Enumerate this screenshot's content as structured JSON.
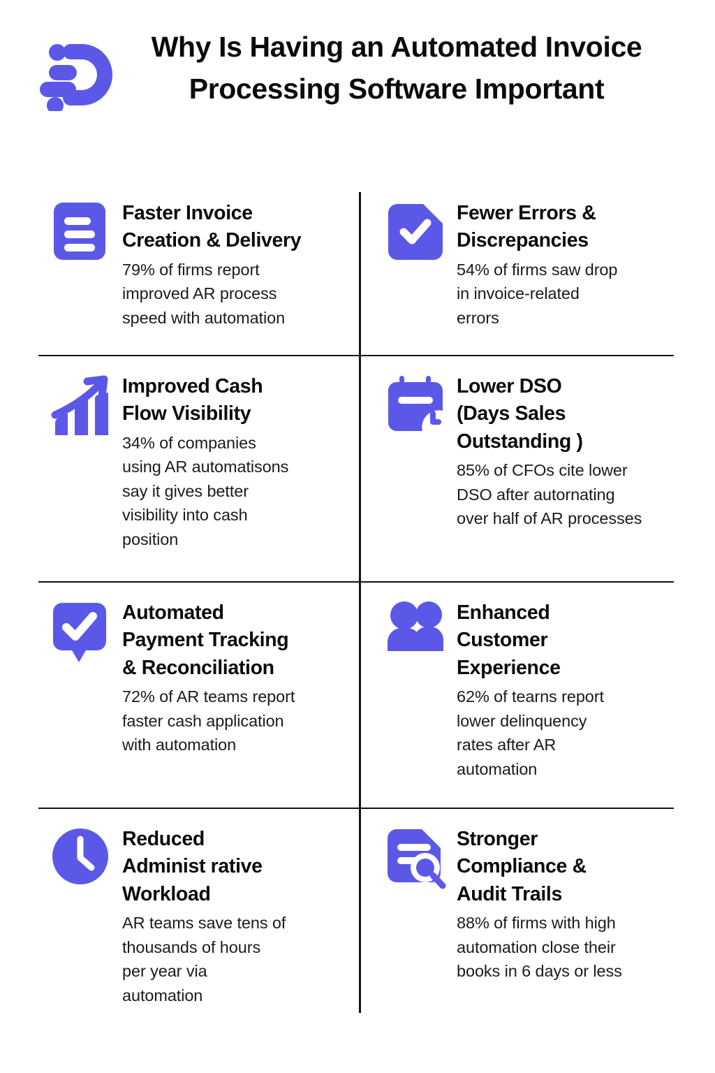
{
  "brand": {
    "accent": "#5B58E8",
    "text_color": "#0b0b0c",
    "divider_color": "#131313",
    "logo_name": "docupile-d-logo"
  },
  "header": {
    "title": "Why Is Having an Automated Invoice Processing Software Important",
    "title_line1": "Why Is Having an Automated Invoice",
    "title_line2": "Processing Software Important"
  },
  "cards": [
    {
      "icon": "document-lines-icon",
      "title": "Faster Invoice\nCreation & Delivery",
      "desc": "79% of firms report\nimproved AR process\nspeed with automation",
      "stat": "79%"
    },
    {
      "icon": "document-check-icon",
      "title": "Fewer Errors &\nDiscrepancies",
      "desc": "54% of firms saw drop\nin invoice-related\nerrors",
      "stat": "54%"
    },
    {
      "icon": "growth-chart-arrow-icon",
      "title": "Improved Cash\nFlow Visibility",
      "desc": "34% of companies\nusing AR automatisons\nsay it gives better\nvisibility into cash\nposition",
      "stat": "34%"
    },
    {
      "icon": "calendar-clock-icon",
      "title": "Lower DSO\n(Days Sales\nOutstanding  )",
      "desc": "85% of CFOs cite lower\nDSO after autornating\nover half of AR processes",
      "stat": "85%"
    },
    {
      "icon": "speech-bubble-check-icon",
      "title": "Automated\nPayment Tracking\n& Reconciliation",
      "desc": "72% of AR teams report\nfaster cash application\nwith automation",
      "stat": "72%"
    },
    {
      "icon": "two-people-icon",
      "title": "Enhanced\nCustomer\nExperience",
      "desc": "62% of tearns report\nlower delinquency\nrates after AR\nautomation",
      "stat": "62%"
    },
    {
      "icon": "clock-icon",
      "title": "Reduced\nAdminist rative\nWorkload",
      "desc": "AR teams save tens of\nthousands of hours\nper year via\nautomation",
      "stat": ""
    },
    {
      "icon": "document-search-icon",
      "title": "Stronger\nCompliance &\nAudit Trails",
      "desc": "88% of firms with high\nautomation close their\nbooks in 6 days or less",
      "stat": "88%"
    }
  ]
}
